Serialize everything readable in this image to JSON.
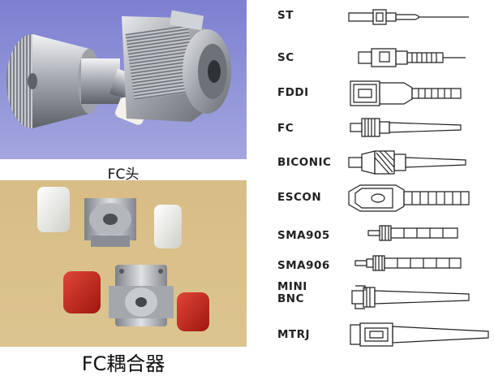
{
  "captions": {
    "fc_head": "FC头",
    "fc_coupler": "FC耦合器"
  },
  "colors": {
    "top_photo_bg": "#8f92d6",
    "bottom_photo_bg": "#d9c089",
    "red_cap": "#c42419",
    "white_cap": "#f3f3ef",
    "metal": "#b9bcc0"
  },
  "connectors": [
    {
      "name": "ST",
      "icon": "st-connector-icon"
    },
    {
      "name": "SC",
      "icon": "sc-connector-icon"
    },
    {
      "name": "FDDI",
      "icon": "fddi-connector-icon"
    },
    {
      "name": "FC",
      "icon": "fc-connector-icon"
    },
    {
      "name": "BICONIC",
      "icon": "biconic-connector-icon"
    },
    {
      "name": "ESCON",
      "icon": "escon-connector-icon"
    },
    {
      "name": "SMA905",
      "icon": "sma905-connector-icon"
    },
    {
      "name": "SMA906",
      "icon": "sma906-connector-icon"
    },
    {
      "name": "MINI",
      "name2": "BNC",
      "icon": "mini-bnc-connector-icon"
    },
    {
      "name": "MTRJ",
      "icon": "mtrj-connector-icon"
    }
  ]
}
